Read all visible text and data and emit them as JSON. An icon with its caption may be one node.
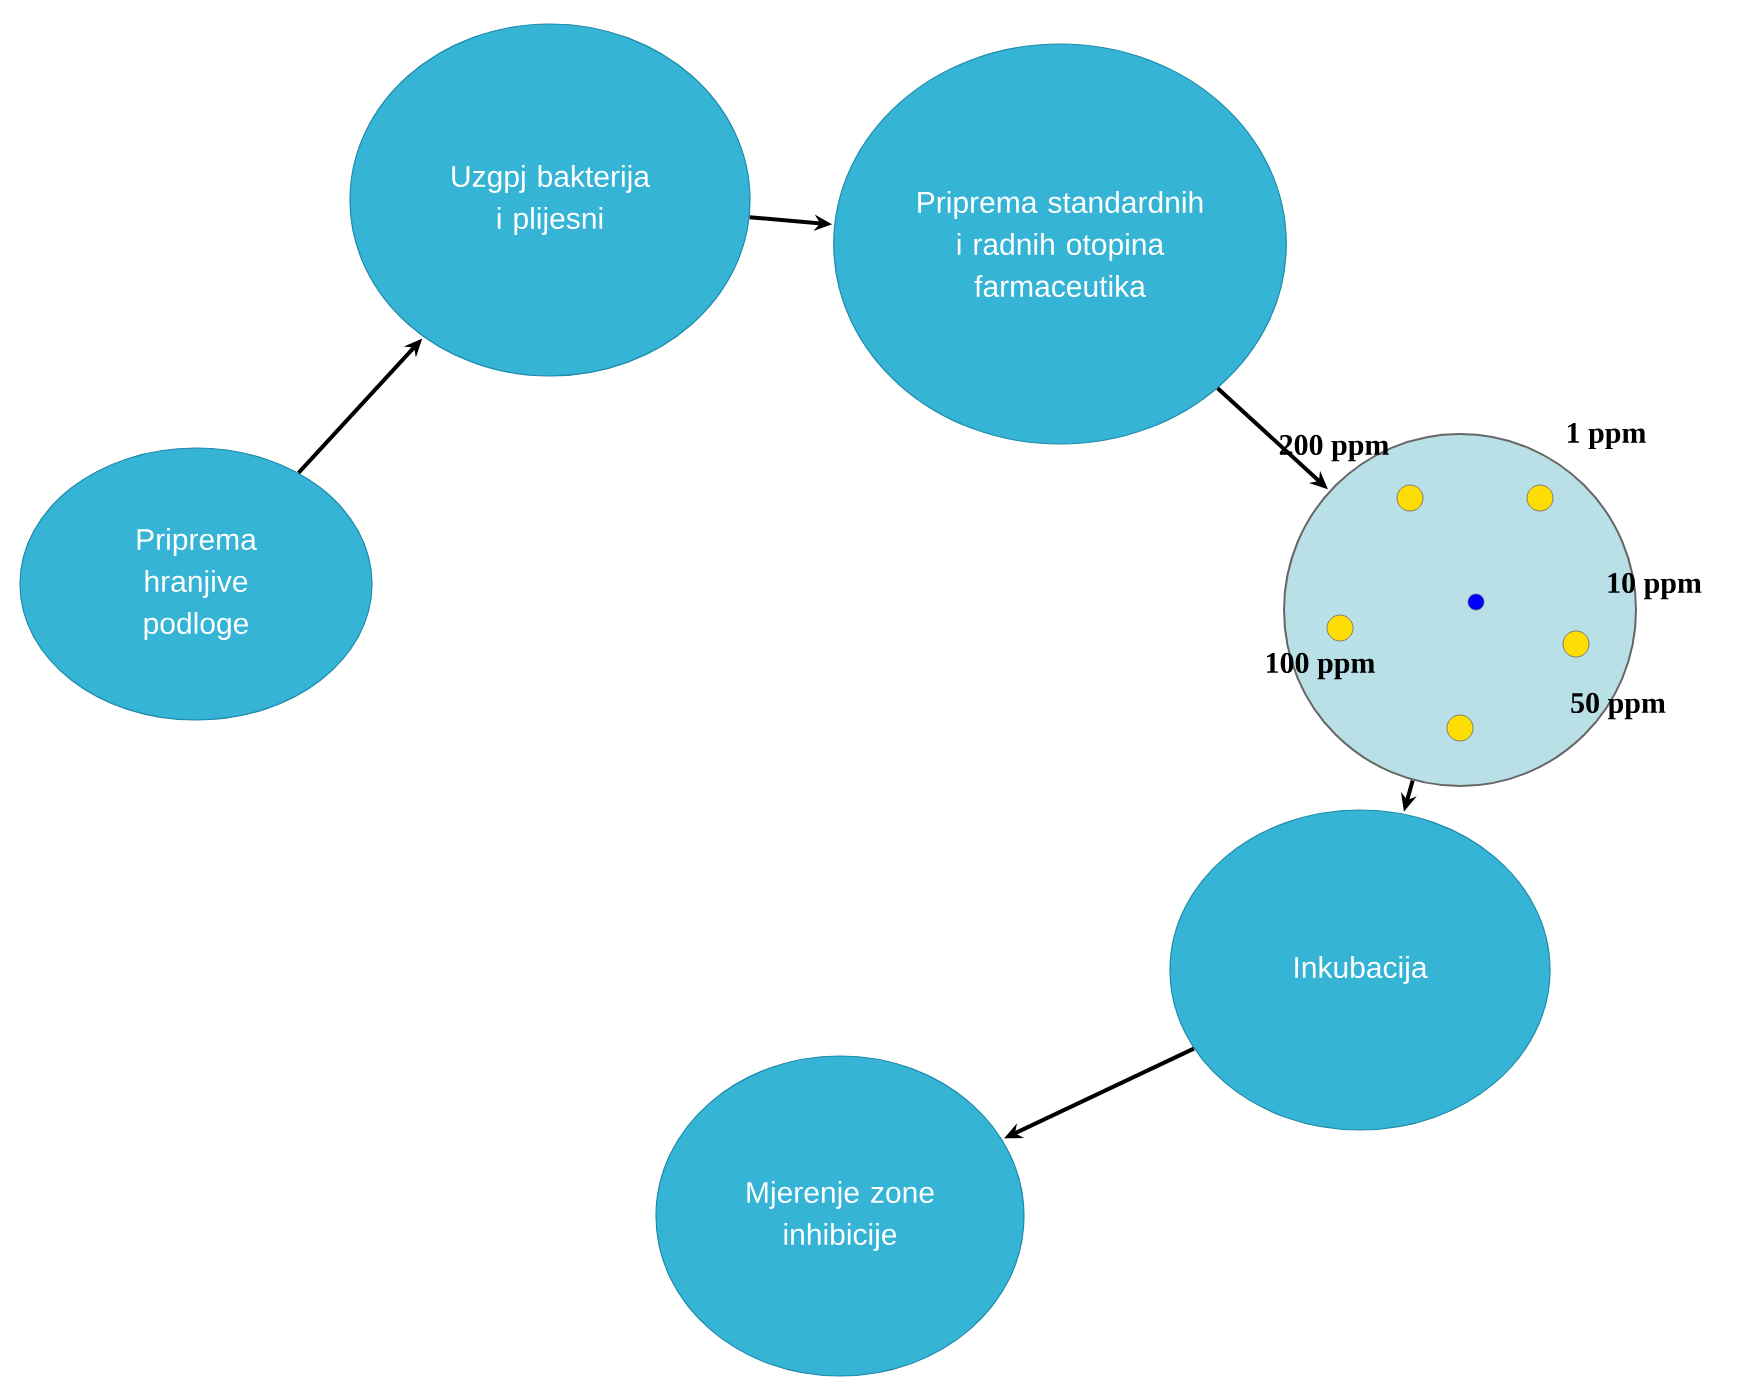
{
  "diagram": {
    "nodes": [
      {
        "text": [
          "Priprema hranjive podloge"
        ]
      },
      {
        "text": [
          "Uzgpj bakterija i plijesni"
        ]
      },
      {
        "text": [
          "Priprema standardnih i radnih otopina farmaceutika"
        ]
      },
      {
        "text": [],
        "shape": "circle"
      },
      {
        "text": [
          "Inkubacija"
        ]
      },
      {
        "text": [
          "Mjerenje zone inhibicije"
        ]
      }
    ],
    "edges": [
      {
        "from": 0,
        "to": 1,
        "arrow": "to"
      },
      {
        "from": 1,
        "to": 2,
        "arrow": "to"
      },
      {
        "from": 2,
        "to": 3,
        "arrow": "to"
      },
      {
        "from": 3,
        "to": 4,
        "arrow": "to"
      },
      {
        "from": 4,
        "to": 5,
        "arrow": "to"
      }
    ],
    "labels": [
      "200 ppm",
      "1 ppm",
      "10 ppm",
      "100 ppm",
      "50 ppm"
    ]
  }
}
